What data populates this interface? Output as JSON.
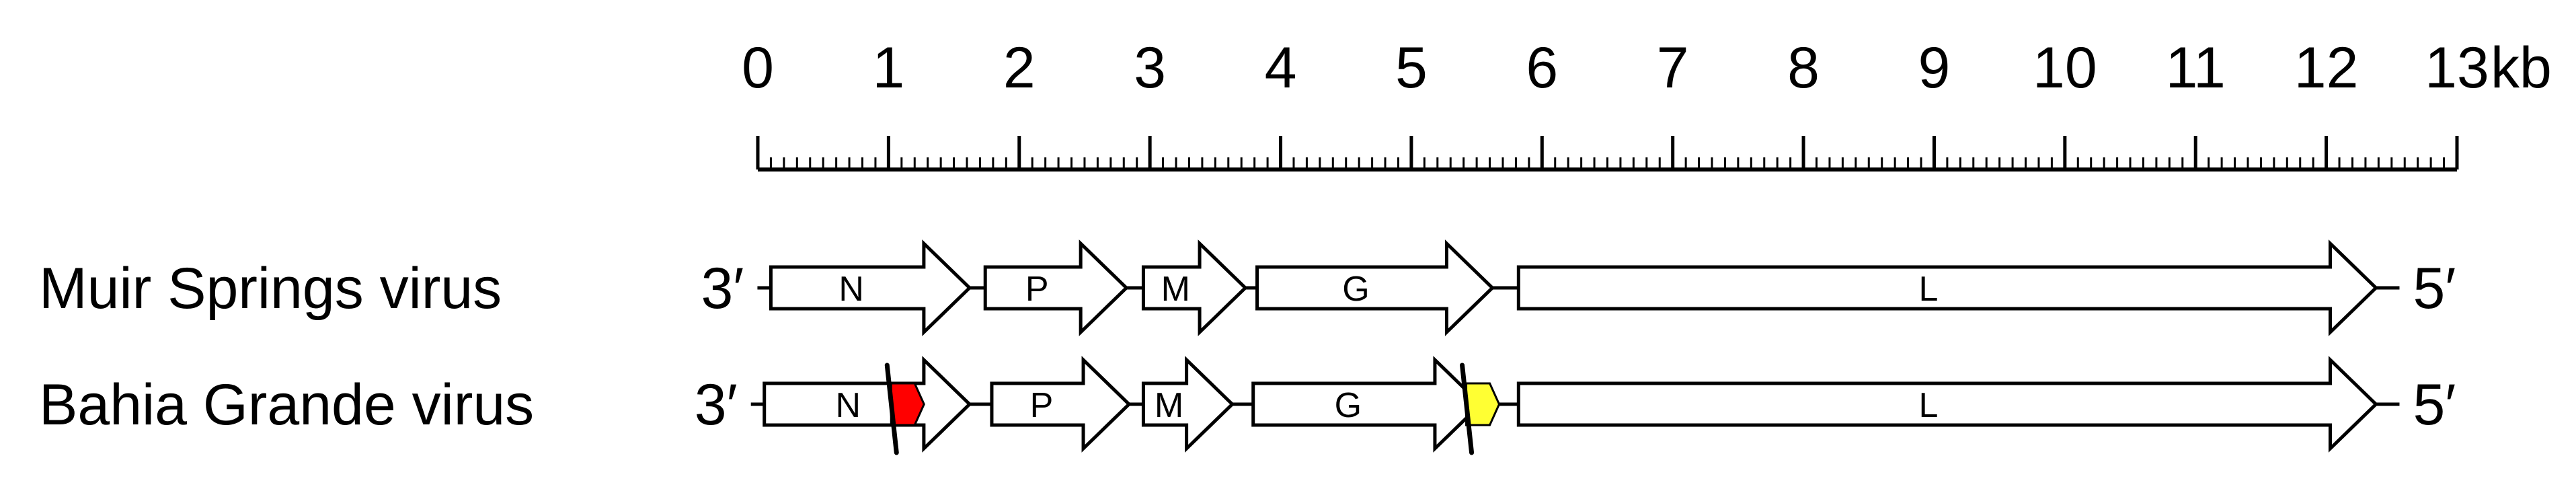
{
  "scale": {
    "ticks": [
      "0",
      "1",
      "2",
      "3",
      "4",
      "5",
      "6",
      "7",
      "8",
      "9",
      "10",
      "11",
      "12",
      "13"
    ],
    "unit": "kb",
    "min_kb": 0,
    "max_kb": 13,
    "minor_per_major": 10
  },
  "colors": {
    "stroke": "#000000",
    "gene_fill": "#ffffff",
    "red_marker": "#ff0000",
    "yellow_marker": "#ffff33"
  },
  "genomes": [
    {
      "name": "Muir Springs virus",
      "left_end": "3′",
      "right_end": "5′",
      "genes": [
        {
          "label": "N",
          "start_kb": 0.1,
          "end_kb": 1.62
        },
        {
          "label": "P",
          "start_kb": 1.74,
          "end_kb": 2.82
        },
        {
          "label": "M",
          "start_kb": 2.95,
          "end_kb": 3.73
        },
        {
          "label": "G",
          "start_kb": 3.82,
          "end_kb": 5.62
        },
        {
          "label": "L",
          "start_kb": 5.82,
          "end_kb": 12.38
        }
      ],
      "markers": []
    },
    {
      "name": "Bahia Grande virus",
      "left_end": "3′",
      "right_end": "5′",
      "genes": [
        {
          "label": "N",
          "start_kb": 0.05,
          "end_kb": 1.62
        },
        {
          "label": "P",
          "start_kb": 1.79,
          "end_kb": 2.84
        },
        {
          "label": "M",
          "start_kb": 2.95,
          "end_kb": 3.63
        },
        {
          "label": "G",
          "start_kb": 3.79,
          "end_kb": 5.53
        },
        {
          "label": "L",
          "start_kb": 5.82,
          "end_kb": 12.38
        }
      ],
      "markers": [
        {
          "color": "red_marker",
          "start_kb": 1.02,
          "end_kb": 1.2
        },
        {
          "color": "yellow_marker",
          "start_kb": 5.42,
          "end_kb": 5.6
        }
      ]
    }
  ]
}
